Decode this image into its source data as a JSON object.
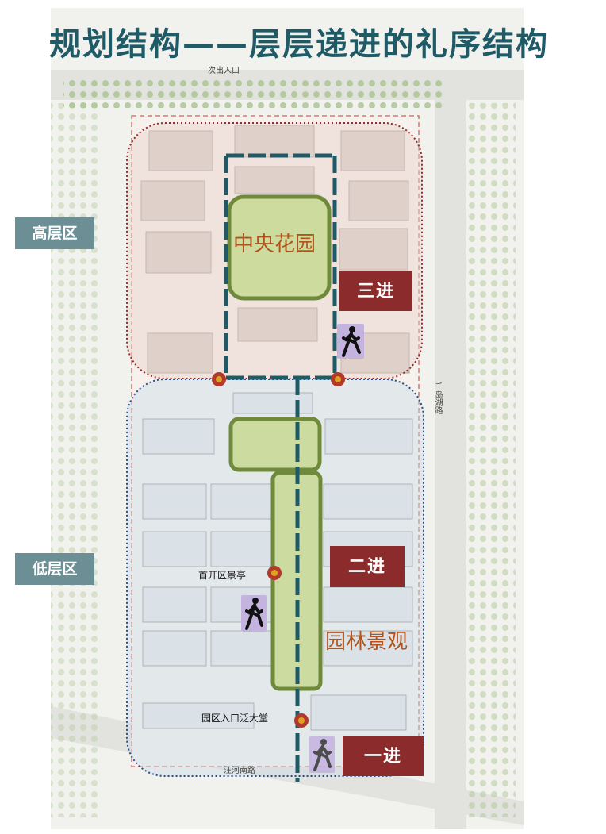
{
  "title": "规划结构——层层递进的礼序结构",
  "zones": {
    "high": "高层区",
    "low": "低层区"
  },
  "steps": {
    "first": "一进",
    "second": "二进",
    "third": "三进"
  },
  "gardens": {
    "central": "中央花园",
    "landscape": "园林景观"
  },
  "labels": {
    "pavilion": "首开区景亭",
    "entrance_hall": "园区入口泛大堂",
    "secondary_entrance": "次出入口",
    "east_road": "千岛湖路",
    "south_road": "汪河南路"
  },
  "colors": {
    "title": "#1f5a67",
    "zone_label_bg": "#6b8f95",
    "step_bg": "#8b2b2b",
    "green_fill": "#c5d88f",
    "green_stroke": "#6f8a3a",
    "axis": "#1f5a67",
    "high_zone": "#9b2a2a",
    "low_zone": "#2a4d8f",
    "node": "#b33a2a",
    "walker_bg": "#c4b3df"
  },
  "icons": [
    "pedestrian-icon",
    "node-marker-icon"
  ]
}
